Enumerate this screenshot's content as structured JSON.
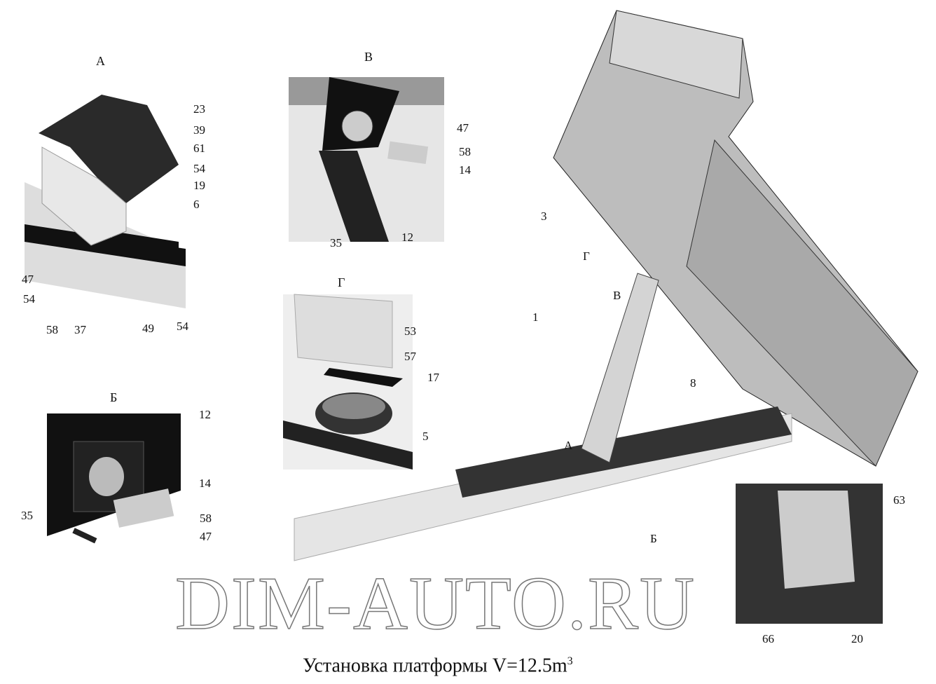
{
  "caption": {
    "text": "Установка платформы V=12.5m",
    "superscript": "3"
  },
  "watermark": "DIM-AUTO.RU",
  "views": {
    "A": {
      "title": "А",
      "labels": [
        "23",
        "39",
        "61",
        "54",
        "19",
        "6",
        "47",
        "54",
        "58",
        "37",
        "49",
        "54"
      ]
    },
    "B": {
      "title": "В",
      "labels": [
        "47",
        "58",
        "14",
        "35",
        "12"
      ]
    },
    "G": {
      "title": "Г",
      "labels": [
        "53",
        "57",
        "17",
        "5"
      ]
    },
    "BB": {
      "title": "Б",
      "labels": [
        "12",
        "14",
        "35",
        "58",
        "47"
      ]
    },
    "main": {
      "labels": [
        "3",
        "Г",
        "В",
        "1",
        "8",
        "А",
        "Б",
        "63",
        "66",
        "20"
      ]
    }
  }
}
